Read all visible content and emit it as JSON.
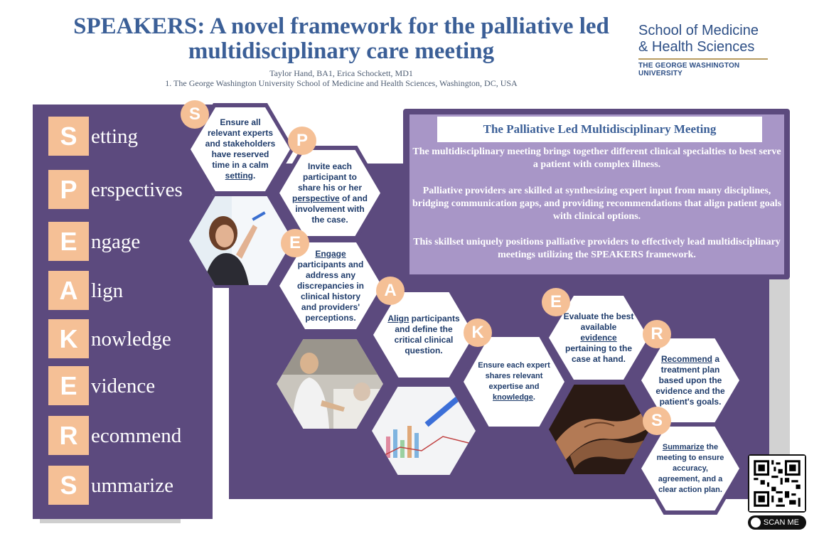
{
  "header": {
    "title_line1": "SPEAKERS: A novel framework for the palliative led",
    "title_line2": "multidisciplinary care meeting",
    "authors": "Taylor Hand, BA1, Erica Schockett, MD1",
    "affiliation": "1. The George Washington University School of Medicine and Health Sciences, Washington, DC, USA"
  },
  "logo": {
    "line1": "School of Medicine",
    "line2": "& Health Sciences",
    "university": "THE GEORGE WASHINGTON UNIVERSITY"
  },
  "speakers_list": [
    {
      "letter": "S",
      "word": "etting"
    },
    {
      "letter": "P",
      "word": "erspectives"
    },
    {
      "letter": "E",
      "word": "ngage"
    },
    {
      "letter": "A",
      "word": "lign"
    },
    {
      "letter": "K",
      "word": "nowledge"
    },
    {
      "letter": "E",
      "word": " vidence"
    },
    {
      "letter": "R",
      "word": "ecommend"
    },
    {
      "letter": "S",
      "word": "ummarize"
    }
  ],
  "info_box": {
    "title": "The Palliative Led Multidisciplinary Meeting",
    "para1": "The multidisciplinary meeting brings together different clinical specialties to best serve a patient with complex illness.",
    "para2": "Palliative providers are skilled at synthesizing expert input from many disciplines, bridging communication gaps, and providing recommendations that align patient goals with clinical options.",
    "para3": "This skillset uniquely positions palliative providers to effectively lead multidisciplinary meetings utilizing the SPEAKERS framework."
  },
  "steps": {
    "setting": {
      "badge": "S",
      "pre": "Ensure all relevant experts and stakeholders have reserved time in a calm ",
      "key": "setting",
      "post": "."
    },
    "perspective": {
      "badge": "P",
      "pre": "Invite each participant to share his or her ",
      "key": "perspective",
      "post": " of and involvement with the case."
    },
    "engage": {
      "badge": "E",
      "pre": "",
      "key": "Engage",
      "post": " participants and address any discrepancies in clinical history and providers' perceptions."
    },
    "align": {
      "badge": "A",
      "pre": "",
      "key": "Align",
      "post": " participants and define the critical clinical question."
    },
    "knowledge": {
      "badge": "K",
      "pre": "Ensure each expert shares relevant expertise and ",
      "key": "knowledge",
      "post": "."
    },
    "evidence": {
      "badge": "E",
      "pre": "Evaluate the best available ",
      "key": "evidence",
      "post": " pertaining to the case at hand."
    },
    "recommend": {
      "badge": "R",
      "pre": "",
      "key": "Recommend",
      "post": " a treatment plan based upon the evidence and the patient's goals."
    },
    "summarize": {
      "badge": "S",
      "pre": "",
      "key": "Summarize",
      "post": " the meeting to ensure accuracy, agreement, and a clear action plan."
    }
  },
  "qr": {
    "label": "SCAN ME"
  },
  "colors": {
    "purple": "#5c4a7e",
    "lavender": "#a896c7",
    "peach": "#f5c096",
    "navy": "#3b5f97"
  }
}
